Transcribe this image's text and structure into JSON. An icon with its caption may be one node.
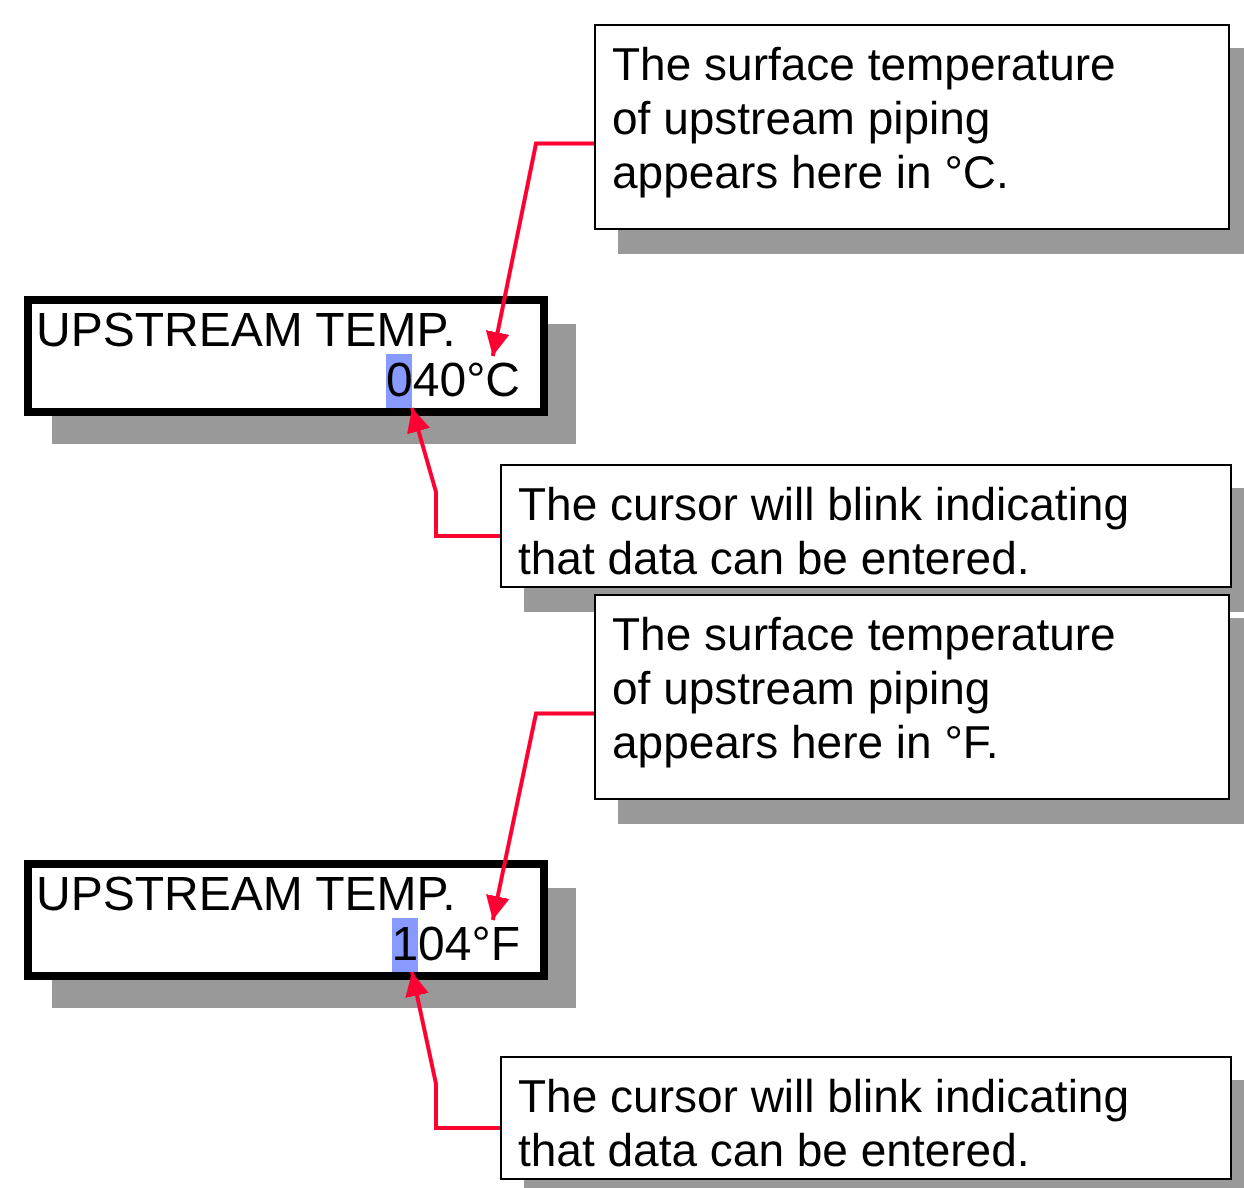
{
  "diagram": {
    "nodes": [
      {
        "text": [
          "The surface temperature of upstream piping appears here in °C."
        ]
      },
      {
        "text": [
          "UPSTREAM TEMP."
        ]
      },
      {
        "text": [
          "040°C"
        ],
        "in": 1
      },
      {
        "text": [
          "The cursor will blink indicating that data can be entered."
        ]
      },
      {
        "text": [
          "The surface temperature of upstream piping appears here in °F."
        ]
      },
      {
        "text": [
          "UPSTREAM TEMP."
        ]
      },
      {
        "text": [
          "104°F"
        ],
        "in": 5
      },
      {
        "text": [
          "The cursor will blink indicating that data can be entered."
        ]
      }
    ],
    "edges": [
      {
        "from": 0,
        "to": 2,
        "arrow": "to",
        "color": "#ff0033"
      },
      {
        "from": 3,
        "to": 2,
        "arrow": "to",
        "color": "#ff0033"
      },
      {
        "from": 4,
        "to": 6,
        "arrow": "to",
        "color": "#ff0033"
      },
      {
        "from": 7,
        "to": 6,
        "arrow": "to",
        "color": "#ff0033"
      }
    ]
  }
}
